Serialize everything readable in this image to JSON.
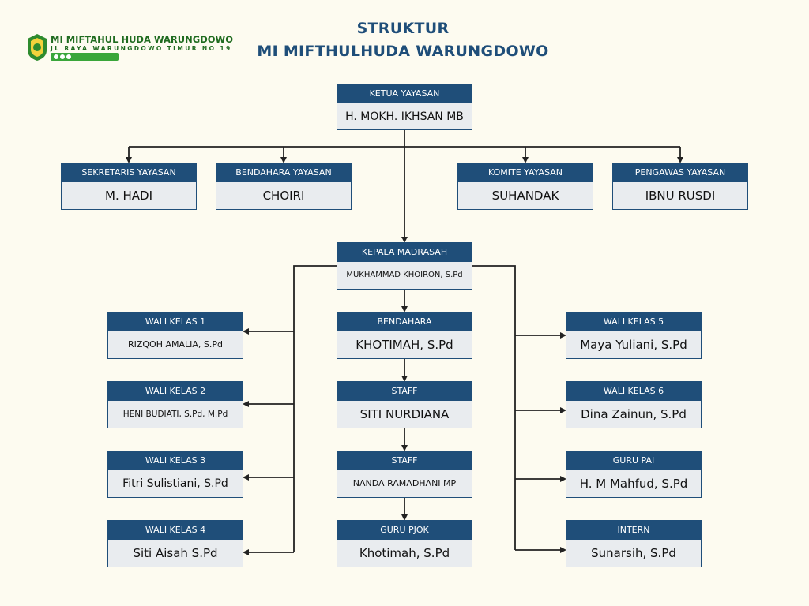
{
  "title": {
    "line1": "STRUKTUR",
    "line2": "MI MIFTHULHUDA WARUNGDOWO"
  },
  "logo": {
    "name": "MI MIFTAHUL HUDA WARUNGDOWO",
    "address": "JL RAYA WARUNGDOWO TIMUR NO 19"
  },
  "colors": {
    "header": "#1f4e79",
    "box_fill": "#e9ecef",
    "background": "#fdfbf0",
    "logo_green": "#1f6b1f"
  },
  "nodes": {
    "ketua": {
      "role": "KETUA YAYASAN",
      "name": "H. MOKH. IKHSAN MB"
    },
    "sekretaris": {
      "role": "SEKRETARIS YAYASAN",
      "name": "M. HADI"
    },
    "bendahara_yayasan": {
      "role": "BENDAHARA YAYASAN",
      "name": "CHOIRI"
    },
    "komite": {
      "role": "KOMITE YAYASAN",
      "name": "SUHANDAK"
    },
    "pengawas": {
      "role": "PENGAWAS YAYASAN",
      "name": "IBNU RUSDI"
    },
    "kepala": {
      "role": "KEPALA MADRASAH",
      "name": "MUKHAMMAD KHOIRON, S.Pd"
    },
    "wali1": {
      "role": "WALI KELAS 1",
      "name": "RIZQOH AMALIA, S.Pd"
    },
    "wali2": {
      "role": "WALI KELAS 2",
      "name": "HENI BUDIATI, S.Pd, M.Pd"
    },
    "wali3": {
      "role": "WALI KELAS 3",
      "name": "Fitri Sulistiani, S.Pd"
    },
    "wali4": {
      "role": "WALI KELAS 4",
      "name": "Siti Aisah S.Pd"
    },
    "bendahara": {
      "role": "BENDAHARA",
      "name": "KHOTIMAH, S.Pd"
    },
    "staff1": {
      "role": "STAFF",
      "name": "SITI NURDIANA"
    },
    "staff2": {
      "role": "STAFF",
      "name": "NANDA RAMADHANI MP"
    },
    "pjok": {
      "role": "GURU PJOK",
      "name": "Khotimah, S.Pd"
    },
    "wali5": {
      "role": "WALI KELAS 5",
      "name": "Maya Yuliani, S.Pd"
    },
    "wali6": {
      "role": "WALI KELAS 6",
      "name": "Dina Zainun, S.Pd"
    },
    "pai": {
      "role": "GURU PAI",
      "name": "H. M Mahfud, S.Pd"
    },
    "intern": {
      "role": "INTERN",
      "name": "Sunarsih, S.Pd"
    }
  }
}
